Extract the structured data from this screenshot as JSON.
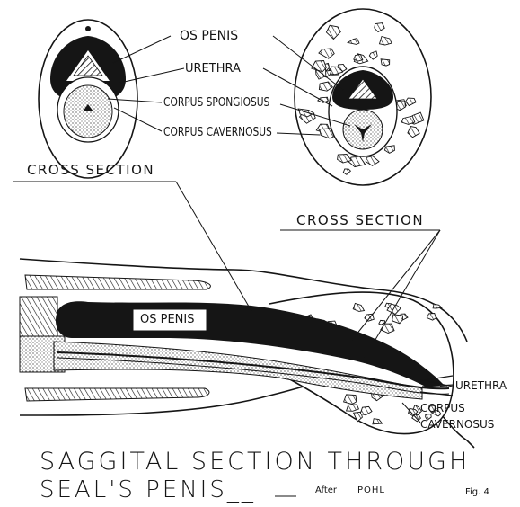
{
  "labels": {
    "os_penis_top": "OS PENIS",
    "urethra_top": "URETHRA",
    "corpus_spongiosus": "CORPUS SPONGIOSUS",
    "corpus_cavernosus_top": "CORPUS CAVERNOSUS",
    "cross_section_left": "CROSS SECTION",
    "cross_section_right": "CROSS SECTION",
    "os_penis_main": "OS PENIS",
    "urethra_right": "URETHRA",
    "corpus_right": "CORPUS",
    "cavernosus_right": "CAVERNOSUS"
  },
  "caption": {
    "line1": "SAGGITAL  SECTION  THROUGH",
    "line2": "SEAL'S  PENIS__",
    "after": "After",
    "author": "POHL",
    "fig": "Fig. 4"
  },
  "colors": {
    "ink": "#151515",
    "paper": "#ffffff"
  }
}
